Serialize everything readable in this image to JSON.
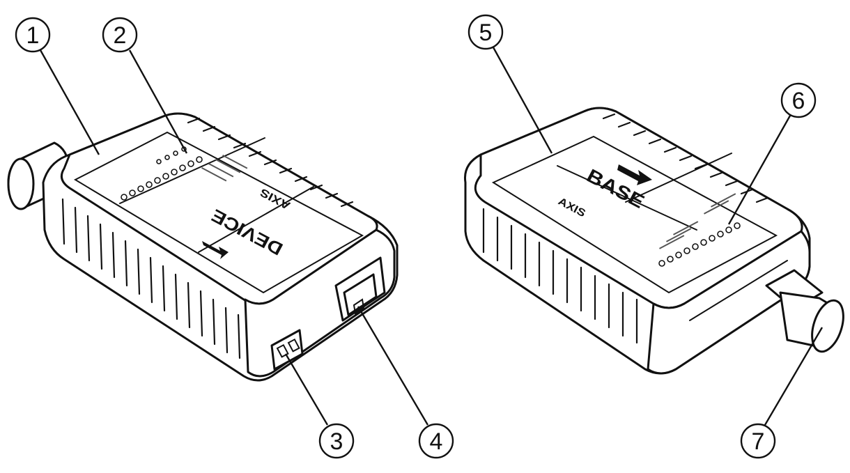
{
  "figure": {
    "devices": [
      {
        "id": "device",
        "label": "DEVICE",
        "brand": "AXIS"
      },
      {
        "id": "base",
        "label": "BASE",
        "brand": "AXIS"
      }
    ],
    "callouts": [
      "1",
      "2",
      "3",
      "4",
      "5",
      "6",
      "7"
    ]
  }
}
